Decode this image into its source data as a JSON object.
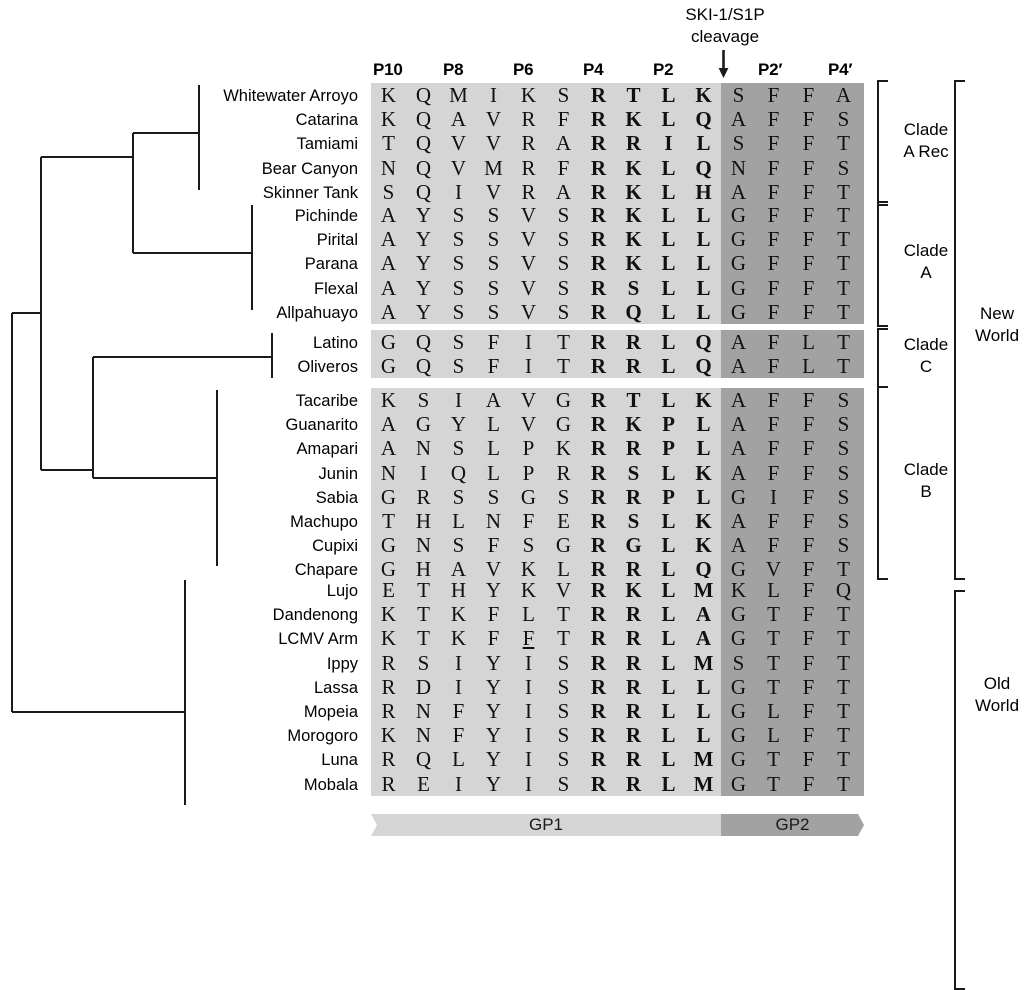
{
  "annotation": {
    "cleavage_label": "SKI-1/S1P\ncleavage",
    "arrow_icon": "down-arrow-icon"
  },
  "columns": {
    "count": 14,
    "headers": [
      {
        "label": "P10",
        "index": 0
      },
      {
        "label": "P8",
        "index": 2
      },
      {
        "label": "P6",
        "index": 4
      },
      {
        "label": "P4",
        "index": 6
      },
      {
        "label": "P2",
        "index": 8
      },
      {
        "label": "P2′",
        "index": 11
      },
      {
        "label": "P4′",
        "index": 13
      }
    ]
  },
  "regions": {
    "gp1": {
      "label": "GP1",
      "color": "#d5d5d5",
      "columns": 10
    },
    "gp2": {
      "label": "GP2",
      "color": "#a2a2a2",
      "columns": 4
    }
  },
  "groups": [
    {
      "id": "clade-a-rec",
      "clade_label": "Clade\nA Rec",
      "rows": [
        {
          "name": "Whitewater Arroyo",
          "gp1": [
            "K",
            "Q",
            "M",
            "I",
            "K",
            "S",
            "R",
            "T",
            "L",
            "K"
          ],
          "gp2": [
            "S",
            "F",
            "F",
            "A"
          ],
          "bold": [
            6,
            7,
            8,
            9
          ],
          "underline": []
        },
        {
          "name": "Catarina",
          "gp1": [
            "K",
            "Q",
            "A",
            "V",
            "R",
            "F",
            "R",
            "K",
            "L",
            "Q"
          ],
          "gp2": [
            "A",
            "F",
            "F",
            "S"
          ],
          "bold": [
            6,
            7,
            8,
            9
          ],
          "underline": []
        },
        {
          "name": "Tamiami",
          "gp1": [
            "T",
            "Q",
            "V",
            "V",
            "R",
            "A",
            "R",
            "R",
            "I",
            "L"
          ],
          "gp2": [
            "S",
            "F",
            "F",
            "T"
          ],
          "bold": [
            6,
            7,
            8,
            9
          ],
          "underline": []
        },
        {
          "name": "Bear Canyon",
          "gp1": [
            "N",
            "Q",
            "V",
            "M",
            "R",
            "F",
            "R",
            "K",
            "L",
            "Q"
          ],
          "gp2": [
            "N",
            "F",
            "F",
            "S"
          ],
          "bold": [
            6,
            7,
            8,
            9
          ],
          "underline": []
        },
        {
          "name": "Skinner Tank",
          "gp1": [
            "S",
            "Q",
            "I",
            "V",
            "R",
            "A",
            "R",
            "K",
            "L",
            "H"
          ],
          "gp2": [
            "A",
            "F",
            "F",
            "T"
          ],
          "bold": [
            6,
            7,
            8,
            9
          ],
          "underline": []
        }
      ]
    },
    {
      "id": "clade-a",
      "clade_label": "Clade\nA",
      "rows": [
        {
          "name": "Pichinde",
          "gp1": [
            "A",
            "Y",
            "S",
            "S",
            "V",
            "S",
            "R",
            "K",
            "L",
            "L"
          ],
          "gp2": [
            "G",
            "F",
            "F",
            "T"
          ],
          "bold": [
            6,
            7,
            8,
            9
          ],
          "underline": []
        },
        {
          "name": "Pirital",
          "gp1": [
            "A",
            "Y",
            "S",
            "S",
            "V",
            "S",
            "R",
            "K",
            "L",
            "L"
          ],
          "gp2": [
            "G",
            "F",
            "F",
            "T"
          ],
          "bold": [
            6,
            7,
            8,
            9
          ],
          "underline": []
        },
        {
          "name": "Parana",
          "gp1": [
            "A",
            "Y",
            "S",
            "S",
            "V",
            "S",
            "R",
            "K",
            "L",
            "L"
          ],
          "gp2": [
            "G",
            "F",
            "F",
            "T"
          ],
          "bold": [
            6,
            7,
            8,
            9
          ],
          "underline": []
        },
        {
          "name": "Flexal",
          "gp1": [
            "A",
            "Y",
            "S",
            "S",
            "V",
            "S",
            "R",
            "S",
            "L",
            "L"
          ],
          "gp2": [
            "G",
            "F",
            "F",
            "T"
          ],
          "bold": [
            6,
            7,
            8,
            9
          ],
          "underline": []
        },
        {
          "name": "Allpahuayo",
          "gp1": [
            "A",
            "Y",
            "S",
            "S",
            "V",
            "S",
            "R",
            "Q",
            "L",
            "L"
          ],
          "gp2": [
            "G",
            "F",
            "F",
            "T"
          ],
          "bold": [
            6,
            7,
            8,
            9
          ],
          "underline": []
        }
      ]
    },
    {
      "id": "clade-c",
      "clade_label": "Clade\nC",
      "rows": [
        {
          "name": "Latino",
          "gp1": [
            "G",
            "Q",
            "S",
            "F",
            "I",
            "T",
            "R",
            "R",
            "L",
            "Q"
          ],
          "gp2": [
            "A",
            "F",
            "L",
            "T"
          ],
          "bold": [
            6,
            7,
            8,
            9
          ],
          "underline": []
        },
        {
          "name": "Oliveros",
          "gp1": [
            "G",
            "Q",
            "S",
            "F",
            "I",
            "T",
            "R",
            "R",
            "L",
            "Q"
          ],
          "gp2": [
            "A",
            "F",
            "L",
            "T"
          ],
          "bold": [
            6,
            7,
            8,
            9
          ],
          "underline": []
        }
      ]
    },
    {
      "id": "clade-b",
      "clade_label": "Clade\nB",
      "rows": [
        {
          "name": "Tacaribe",
          "gp1": [
            "K",
            "S",
            "I",
            "A",
            "V",
            "G",
            "R",
            "T",
            "L",
            "K"
          ],
          "gp2": [
            "A",
            "F",
            "F",
            "S"
          ],
          "bold": [
            6,
            7,
            8,
            9
          ],
          "underline": []
        },
        {
          "name": "Guanarito",
          "gp1": [
            "A",
            "G",
            "Y",
            "L",
            "V",
            "G",
            "R",
            "K",
            "P",
            "L"
          ],
          "gp2": [
            "A",
            "F",
            "F",
            "S"
          ],
          "bold": [
            6,
            7,
            8,
            9
          ],
          "underline": []
        },
        {
          "name": "Amapari",
          "gp1": [
            "A",
            "N",
            "S",
            "L",
            "P",
            "K",
            "R",
            "R",
            "P",
            "L"
          ],
          "gp2": [
            "A",
            "F",
            "F",
            "S"
          ],
          "bold": [
            6,
            7,
            8,
            9
          ],
          "underline": []
        },
        {
          "name": "Junin",
          "gp1": [
            "N",
            "I",
            "Q",
            "L",
            "P",
            "R",
            "R",
            "S",
            "L",
            "K"
          ],
          "gp2": [
            "A",
            "F",
            "F",
            "S"
          ],
          "bold": [
            6,
            7,
            8,
            9
          ],
          "underline": []
        },
        {
          "name": "Sabia",
          "gp1": [
            "G",
            "R",
            "S",
            "S",
            "G",
            "S",
            "R",
            "R",
            "P",
            "L"
          ],
          "gp2": [
            "G",
            "I",
            "F",
            "S"
          ],
          "bold": [
            6,
            7,
            8,
            9
          ],
          "underline": []
        },
        {
          "name": "Machupo",
          "gp1": [
            "T",
            "H",
            "L",
            "N",
            "F",
            "E",
            "R",
            "S",
            "L",
            "K"
          ],
          "gp2": [
            "A",
            "F",
            "F",
            "S"
          ],
          "bold": [
            6,
            7,
            8,
            9
          ],
          "underline": []
        },
        {
          "name": "Cupixi",
          "gp1": [
            "G",
            "N",
            "S",
            "F",
            "S",
            "G",
            "R",
            "G",
            "L",
            "K"
          ],
          "gp2": [
            "A",
            "F",
            "F",
            "S"
          ],
          "bold": [
            6,
            7,
            8,
            9
          ],
          "underline": []
        },
        {
          "name": "Chapare",
          "gp1": [
            "G",
            "H",
            "A",
            "V",
            "K",
            "L",
            "R",
            "R",
            "L",
            "Q"
          ],
          "gp2": [
            "G",
            "V",
            "F",
            "T"
          ],
          "bold": [
            6,
            7,
            8,
            9
          ],
          "underline": []
        }
      ]
    },
    {
      "id": "old-world",
      "clade_label": "",
      "rows": [
        {
          "name": "Lujo",
          "gp1": [
            "E",
            "T",
            "H",
            "Y",
            "K",
            "V",
            "R",
            "K",
            "L",
            "M"
          ],
          "gp2": [
            "K",
            "L",
            "F",
            "Q"
          ],
          "bold": [
            6,
            7,
            8,
            9
          ],
          "underline": []
        },
        {
          "name": "Dandenong",
          "gp1": [
            "K",
            "T",
            "K",
            "F",
            "L",
            "T",
            "R",
            "R",
            "L",
            "A"
          ],
          "gp2": [
            "G",
            "T",
            "F",
            "T"
          ],
          "bold": [
            6,
            7,
            8,
            9
          ],
          "underline": []
        },
        {
          "name": "LCMV Arm",
          "gp1": [
            "K",
            "T",
            "K",
            "F",
            "F",
            "T",
            "R",
            "R",
            "L",
            "A"
          ],
          "gp2": [
            "G",
            "T",
            "F",
            "T"
          ],
          "bold": [
            6,
            7,
            8,
            9
          ],
          "underline": [
            4
          ]
        },
        {
          "name": "Ippy",
          "gp1": [
            "R",
            "S",
            "I",
            "Y",
            "I",
            "S",
            "R",
            "R",
            "L",
            "M"
          ],
          "gp2": [
            "S",
            "T",
            "F",
            "T"
          ],
          "bold": [
            6,
            7,
            8,
            9
          ],
          "underline": []
        },
        {
          "name": "Lassa",
          "gp1": [
            "R",
            "D",
            "I",
            "Y",
            "I",
            "S",
            "R",
            "R",
            "L",
            "L"
          ],
          "gp2": [
            "G",
            "T",
            "F",
            "T"
          ],
          "bold": [
            6,
            7,
            8,
            9
          ],
          "underline": []
        },
        {
          "name": "Mopeia",
          "gp1": [
            "R",
            "N",
            "F",
            "Y",
            "I",
            "S",
            "R",
            "R",
            "L",
            "L"
          ],
          "gp2": [
            "G",
            "L",
            "F",
            "T"
          ],
          "bold": [
            6,
            7,
            8,
            9
          ],
          "underline": []
        },
        {
          "name": "Morogoro",
          "gp1": [
            "K",
            "N",
            "F",
            "Y",
            "I",
            "S",
            "R",
            "R",
            "L",
            "L"
          ],
          "gp2": [
            "G",
            "L",
            "F",
            "T"
          ],
          "bold": [
            6,
            7,
            8,
            9
          ],
          "underline": []
        },
        {
          "name": "Luna",
          "gp1": [
            "R",
            "Q",
            "L",
            "Y",
            "I",
            "S",
            "R",
            "R",
            "L",
            "M"
          ],
          "gp2": [
            "G",
            "T",
            "F",
            "T"
          ],
          "bold": [
            6,
            7,
            8,
            9
          ],
          "underline": []
        },
        {
          "name": "Mobala",
          "gp1": [
            "R",
            "E",
            "I",
            "Y",
            "I",
            "S",
            "R",
            "R",
            "L",
            "M"
          ],
          "gp2": [
            "G",
            "T",
            "F",
            "T"
          ],
          "bold": [
            6,
            7,
            8,
            9
          ],
          "underline": []
        }
      ]
    }
  ],
  "super_labels": [
    {
      "id": "new-world",
      "label": "New\nWorld"
    },
    {
      "id": "old-world",
      "label": "Old\nWorld"
    }
  ],
  "colors": {
    "gp1": "#d5d5d5",
    "gp2": "#a2a2a2",
    "line": "#1a1a1a",
    "text": "#000000"
  }
}
